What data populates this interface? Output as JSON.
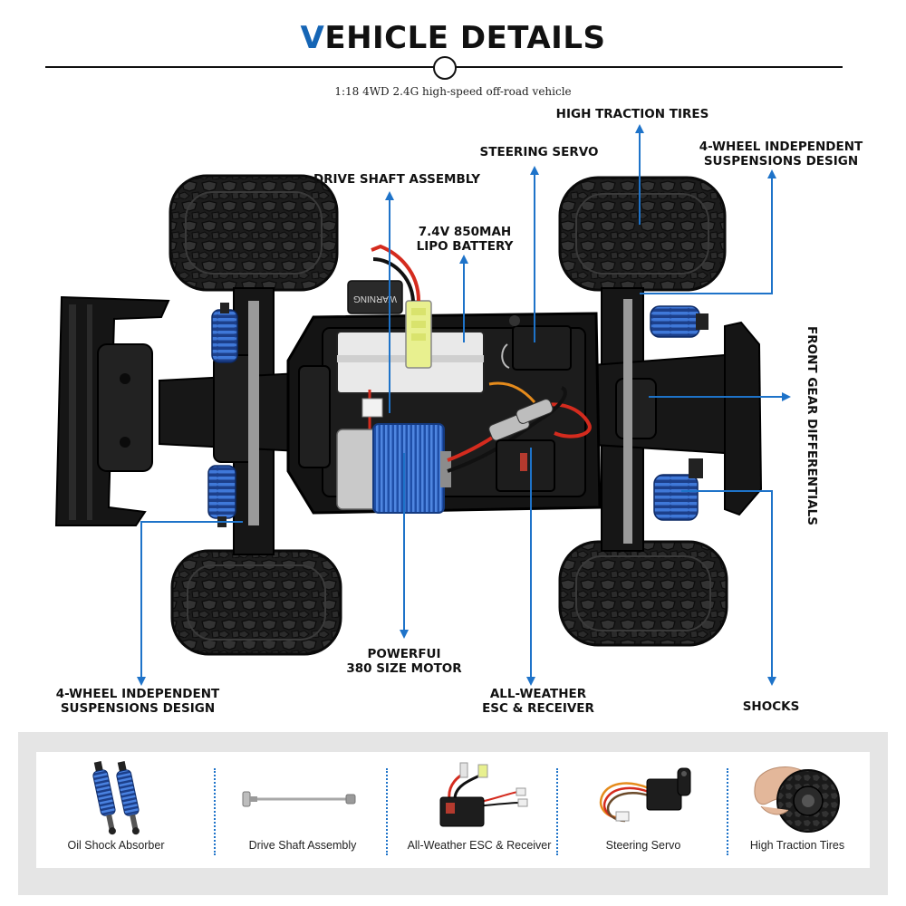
{
  "header": {
    "title_first": "V",
    "title_rest": "EHICLE DETAILS",
    "subtitle": "1:18 4WD 2.4G high-speed off-road vehicle"
  },
  "battery_warning": "WARNING",
  "callouts": {
    "high_traction_tires": [
      "HIGH TRACTION TIRES"
    ],
    "steering_servo": [
      "STEERING SERVO"
    ],
    "suspension_front": [
      "4-WHEEL INDEPENDENT",
      "SUSPENSIONS DESIGN"
    ],
    "drive_shaft": [
      "DRIVE SHAFT ASSEMBLY"
    ],
    "battery": [
      "7.4V 850MAH",
      "LIPO BATTERY"
    ],
    "front_gear": "FRONT GEAR DIFFERENTIALS",
    "motor": [
      "POWERFUI",
      "380 SIZE MOTOR"
    ],
    "suspension_rear": [
      "4-WHEEL INDEPENDENT",
      "SUSPENSIONS DESIGN"
    ],
    "esc": [
      "ALL-WEATHER",
      "ESC & RECEIVER"
    ],
    "shocks": [
      "SHOCKS"
    ]
  },
  "accessories": [
    {
      "label": "Oil Shock Absorber",
      "icon": "shock-absorber-icon"
    },
    {
      "label": "Drive Shaft Assembly",
      "icon": "drive-shaft-icon"
    },
    {
      "label": "All-Weather ESC & Receiver",
      "icon": "esc-receiver-icon"
    },
    {
      "label": "Steering Servo",
      "icon": "steering-servo-icon"
    },
    {
      "label": "High Traction Tires",
      "icon": "tire-in-hand-icon"
    }
  ],
  "colors": {
    "accent_blue": "#1565b5",
    "arrow_blue": "#1e73c9",
    "panel_gray": "#e5e5e5",
    "chassis_black": "#141414",
    "spring_blue": "#2f63c4"
  }
}
